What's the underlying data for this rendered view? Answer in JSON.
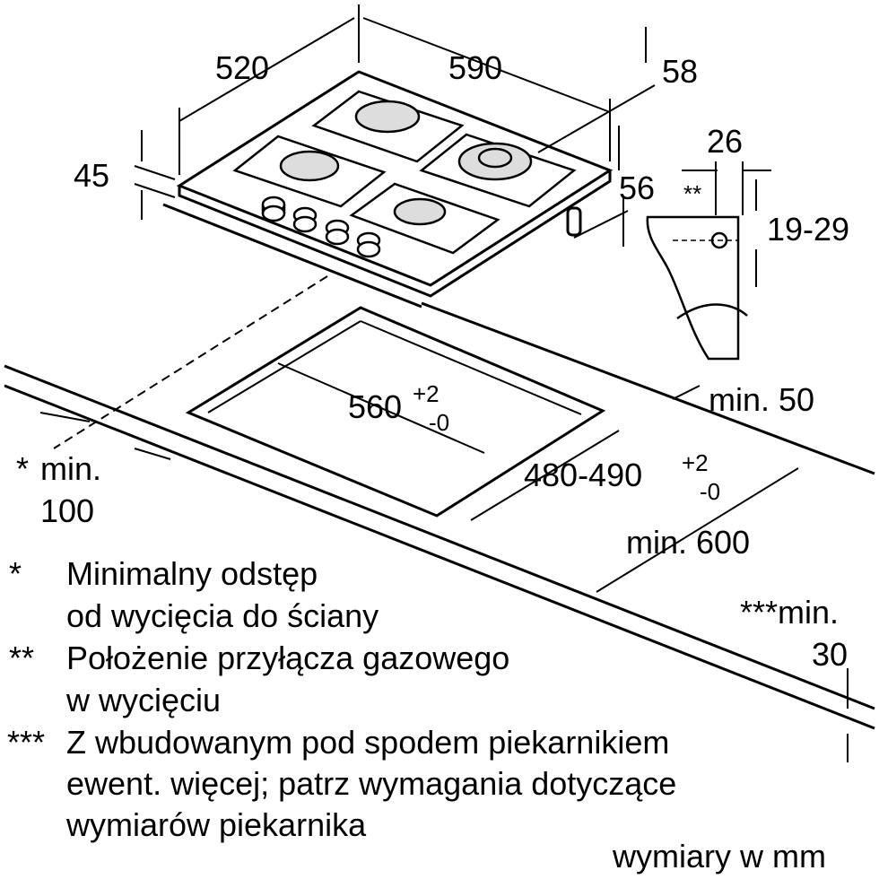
{
  "dimensions": {
    "width_520": "520",
    "depth_590": "590",
    "height_58": "58",
    "height_45": "45",
    "offset_26": "26",
    "offset_56": "56",
    "gas_marker": "**",
    "range_19_29": "19-29",
    "cutout_width": "560",
    "cutout_width_tol_plus": "+2",
    "cutout_width_tol_minus": "-0",
    "min_50": "min. 50",
    "cutout_depth": "480-490",
    "cutout_depth_tol_plus": "+2",
    "cutout_depth_tol_minus": "-0",
    "star_marker": "*",
    "min_label": "min.",
    "min_100": "100",
    "min_600": "min. 600",
    "min_30_label": "***min.",
    "min_30_value": "30"
  },
  "notes": [
    {
      "marker": "*",
      "lines": [
        "Minimalny odstęp",
        "od wycięcia do ściany"
      ]
    },
    {
      "marker": "**",
      "lines": [
        "Położenie przyłącza gazowego",
        "w wycięciu"
      ]
    },
    {
      "marker": "***",
      "lines": [
        "Z wbudowanym pod spodem piekarnikiem",
        "ewent. więcej; patrz wymagania dotyczące",
        "wymiarów piekarnika"
      ]
    }
  ],
  "units_note": "wymiary w mm"
}
